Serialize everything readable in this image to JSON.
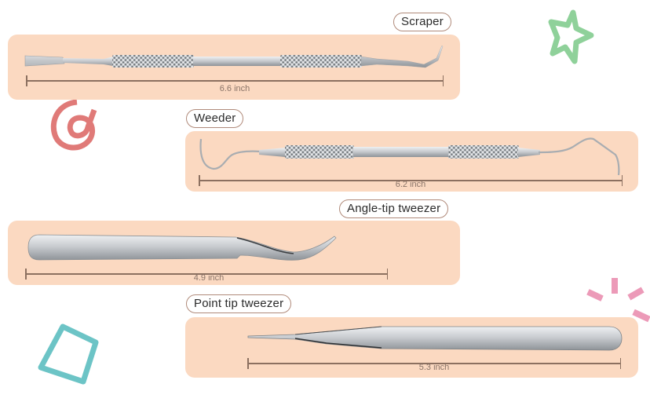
{
  "tools": [
    {
      "name": "Scraper",
      "length": "6.6 inch"
    },
    {
      "name": "Weeder",
      "length": "6.2 inch"
    },
    {
      "name": "Angle-tip tweezer",
      "length": "4.9 inch"
    },
    {
      "name": "Point tip tweezer",
      "length": "5.3 inch"
    }
  ],
  "colors": {
    "panel": "#fbd9c1",
    "label_border": "#b08a7a",
    "measure_line": "#8c7060",
    "star": "#8fd19a",
    "swirl": "#e07a78",
    "square": "#6cc4c6",
    "burst": "#ec9ab8"
  },
  "decorations": [
    "star-icon",
    "swirl-icon",
    "square-outline-icon",
    "burst-lines-icon"
  ]
}
